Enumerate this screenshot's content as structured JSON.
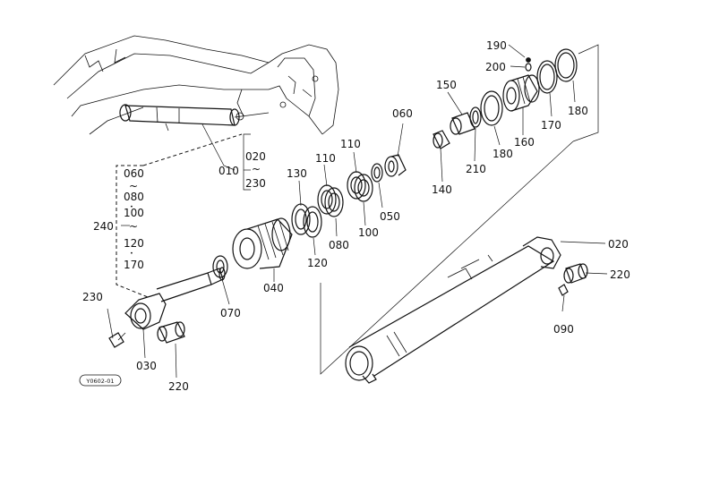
{
  "labels": {
    "p010": "010",
    "p020_top": "020",
    "tilde_top": "~",
    "p230_top": "230",
    "p020_right": "020",
    "p220_right": "220",
    "p090": "090",
    "p030": "030",
    "p220_bottom": "220",
    "p230_left": "230",
    "p070": "070",
    "p040": "040",
    "p120_mid": "120",
    "p130": "130",
    "p080_mid": "080",
    "p110_a": "110",
    "p110_b": "110",
    "p100_mid": "100",
    "p050": "050",
    "p060_mid": "060",
    "p140": "140",
    "p150": "150",
    "p210": "210",
    "p180_a": "180",
    "p160": "160",
    "p170_right": "170",
    "p180_b": "180",
    "p190": "190",
    "p200": "200",
    "p240": "240",
    "group_060": "060",
    "group_t1": "~",
    "group_080": "080",
    "group_dot1": "•",
    "group_100": "100",
    "group_t2": "~",
    "group_120": "120",
    "group_dot2": "•",
    "group_170": "170",
    "drawing_id": "Y0602-01"
  }
}
